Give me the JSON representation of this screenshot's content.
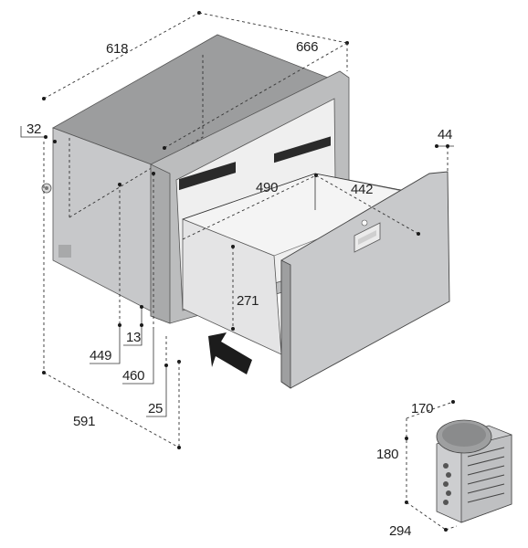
{
  "dimensions": {
    "d618": "618",
    "d666": "666",
    "d32": "32",
    "d44": "44",
    "d490": "490",
    "d442": "442",
    "d271": "271",
    "d13": "13",
    "d449": "449",
    "d460": "460",
    "d25": "25",
    "d591": "591",
    "d170": "170",
    "d180": "180",
    "d294": "294"
  },
  "colors": {
    "cabinet_top": "#9a9b9c",
    "cabinet_side": "#c4c5c7",
    "frame": "#b9babb",
    "drawer_front": "#c6c7c9",
    "drawer_inner": "#f2f2f2",
    "arrow": "#1a1a1a",
    "compressor": "#c9cacb"
  },
  "icons": {
    "insertion_arrow": "arrow-icon",
    "compressor_unit": "compressor-unit"
  }
}
